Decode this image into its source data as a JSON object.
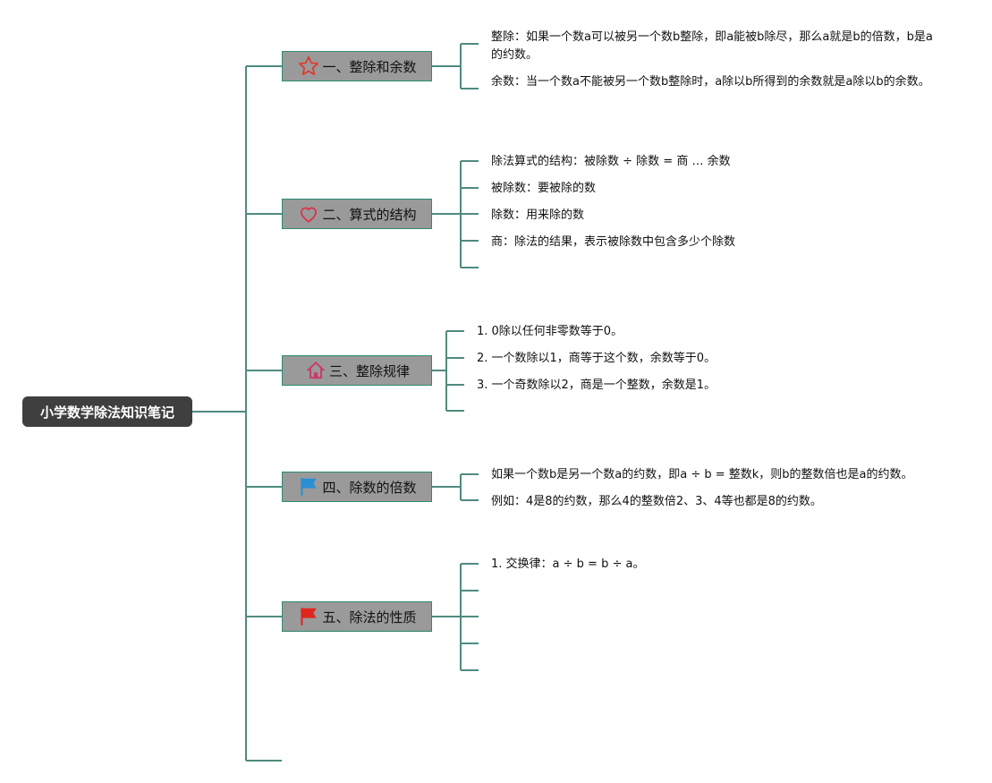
{
  "root": {
    "title": "小学数学除法知识笔记"
  },
  "branches": [
    {
      "label": "一、整除和余数",
      "icon": "star-icon",
      "color": "#e0392f",
      "items": [
        "整除：如果一个数a可以被另一个数b整除，即a能被b除尽，那么a就是b的倍数，b是a的约数。",
        "余数：当一个数a不能被另一个数b整除时，a除以b所得到的余数就是a除以b的余数。"
      ]
    },
    {
      "label": "二、算式的结构",
      "icon": "heart-icon",
      "color": "#d8364c",
      "items": [
        "除法算式的结构：被除数 ÷ 除数 = 商 … 余数",
        "被除数：要被除的数",
        "除数：用来除的数",
        "商：除法的结果，表示被除数中包含多少个除数"
      ]
    },
    {
      "label": "三、整除规律",
      "icon": "house-icon",
      "color": "#c73a6a",
      "items": [
        "1. 0除以任何非零数等于0。",
        "2. 一个数除以1，商等于这个数，余数等于0。",
        "3. 一个奇数除以2，商是一个整数，余数是1。"
      ]
    },
    {
      "label": "四、除数的倍数",
      "icon": "blue-flag-icon",
      "color": "#2b8fd6",
      "items": [
        "如果一个数b是另一个数a的约数，即a ÷ b = 整数k，则b的整数倍也是a的约数。",
        "例如：4是8的约数，那么4的整数倍2、3、4等也都是8的约数。"
      ]
    },
    {
      "label": "五、除法的性质",
      "icon": "red-flag-icon",
      "color": "#e0271f",
      "items": [
        "1. 交换律：a ÷ b = b ÷ a。"
      ]
    }
  ],
  "colors": {
    "connector": "#4e8b7e",
    "root_bg": "#3f3f3f",
    "branch_bg": "#9a9a9a"
  }
}
